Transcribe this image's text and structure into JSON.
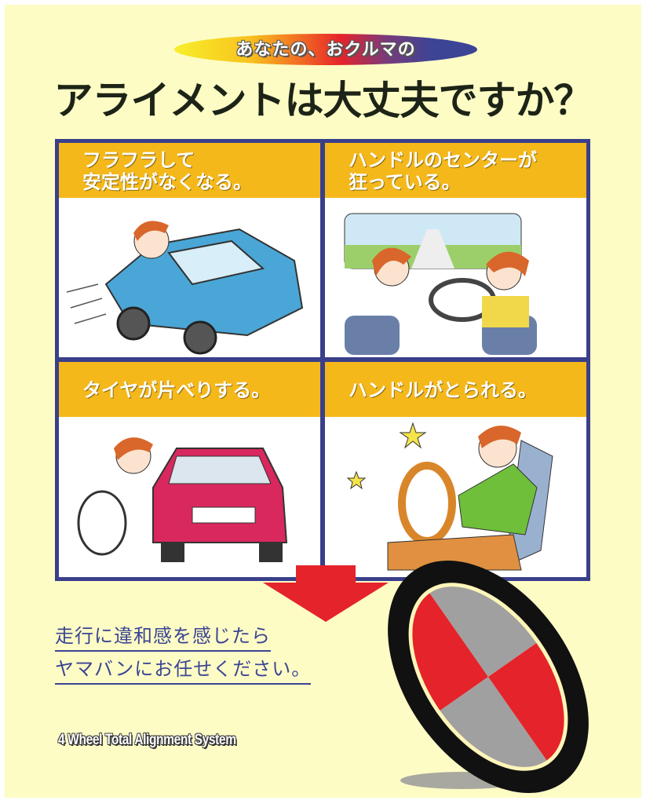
{
  "header": {
    "subtitle": "あなたの、おクルマの",
    "title": "アライメントは大丈夫ですか？"
  },
  "panels": [
    {
      "lines": [
        "フラフラして",
        "安定性がなくなる。"
      ]
    },
    {
      "lines": [
        "ハンドルのセンターが",
        "狂っている。"
      ]
    },
    {
      "lines": [
        "タイヤが片べりする。"
      ]
    },
    {
      "lines": [
        "ハンドルがとられる。"
      ]
    }
  ],
  "cta": {
    "line1": "走行に違和感を感じたら",
    "line2": "ヤマバンにお任せください。"
  },
  "footer": {
    "system": "4 Wheel Total Alignment System"
  },
  "colors": {
    "background": "#fdfcc5",
    "panel_header": "#f5b81a",
    "frame": "#3a3f8a",
    "arrow": "#e5232b",
    "cta_text": "#3b4594"
  }
}
